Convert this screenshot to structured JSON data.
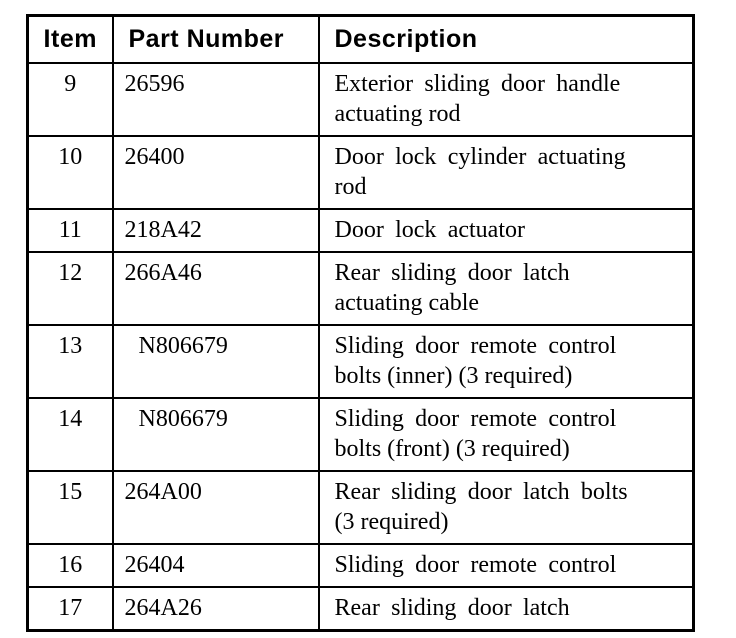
{
  "colors": {
    "background": "#ffffff",
    "border": "#000000",
    "text": "#000000"
  },
  "table": {
    "columns": [
      "Item",
      "Part Number",
      "Description"
    ],
    "rows": [
      {
        "item": "9",
        "part_number": "26596",
        "part_number_indented": false,
        "description": "Exterior sliding door handle\nactuating rod"
      },
      {
        "item": "10",
        "part_number": "26400",
        "part_number_indented": false,
        "description": "Door lock cylinder actuating\nrod"
      },
      {
        "item": "11",
        "part_number": "218A42",
        "part_number_indented": false,
        "description": "Door lock actuator"
      },
      {
        "item": "12",
        "part_number": "266A46",
        "part_number_indented": false,
        "description": "Rear sliding door latch\nactuating cable"
      },
      {
        "item": "13",
        "part_number": "N806679",
        "part_number_indented": true,
        "description": "Sliding door remote control\nbolts (inner) (3 required)"
      },
      {
        "item": "14",
        "part_number": "N806679",
        "part_number_indented": true,
        "description": "Sliding door remote control\nbolts (front) (3 required)"
      },
      {
        "item": "15",
        "part_number": "264A00",
        "part_number_indented": false,
        "description": "Rear sliding door latch bolts\n(3 required)"
      },
      {
        "item": "16",
        "part_number": "26404",
        "part_number_indented": false,
        "description": "Sliding door remote control"
      },
      {
        "item": "17",
        "part_number": "264A26",
        "part_number_indented": false,
        "description": "Rear sliding door latch"
      }
    ]
  }
}
